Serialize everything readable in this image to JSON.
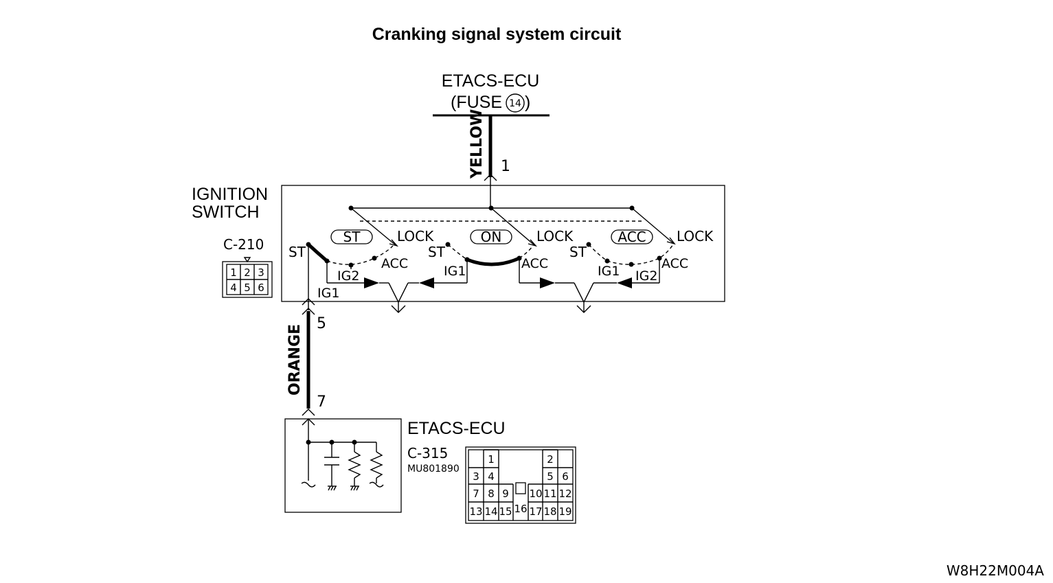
{
  "title": "Cranking signal system circuit",
  "figure_code": "W8H22M004A",
  "top_component": {
    "name": "ETACS-ECU",
    "fuse_prefix": "(FUSE",
    "fuse_number": "14",
    "fuse_suffix": ")"
  },
  "wires": {
    "top": {
      "color": "YELLOW",
      "pin": "1"
    },
    "middle": {
      "color": "ORANGE",
      "pin_top": "5",
      "pin_bottom": "7"
    }
  },
  "ignition_switch": {
    "name_line1": "IGNITION",
    "name_line2": "SWITCH",
    "connector": "C-210",
    "connector_pins": [
      "1",
      "2",
      "3",
      "4",
      "5",
      "6"
    ],
    "positions": [
      {
        "mode": "ST",
        "lock": "LOCK",
        "acc": "ACC",
        "st": "ST",
        "ig2": "IG2",
        "ig1": "IG1"
      },
      {
        "mode": "ON",
        "lock": "LOCK",
        "acc": "ACC",
        "st": "ST",
        "ig1": "IG1"
      },
      {
        "mode": "ACC",
        "lock": "LOCK",
        "acc": "ACC",
        "st": "ST",
        "ig1": "IG1",
        "ig2": "IG2"
      }
    ]
  },
  "bottom_component": {
    "name": "ETACS-ECU",
    "connector": "C-315",
    "part_number": "MU801890",
    "connector_pins": [
      "1",
      "2",
      "3",
      "4",
      "5",
      "6",
      "7",
      "8",
      "9",
      "10",
      "11",
      "12",
      "13",
      "14",
      "15",
      "16",
      "17",
      "18",
      "19"
    ]
  },
  "colors": {
    "line": "#000000",
    "background": "#ffffff"
  }
}
